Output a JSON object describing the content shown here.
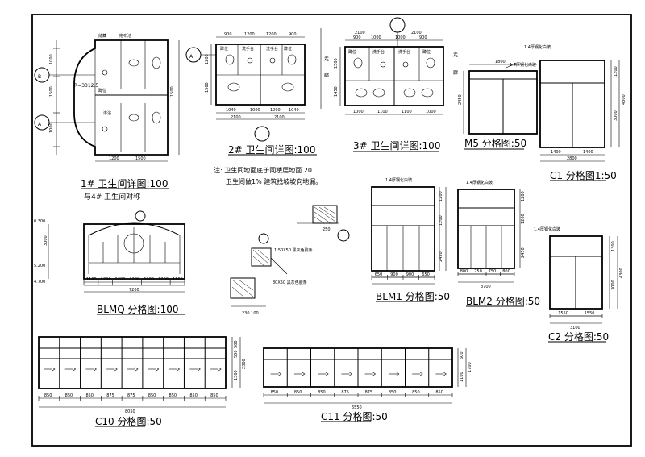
{
  "titles": {
    "t1": "1# 卫生间详图:100",
    "t1sub": "与4# 卫生间对称",
    "t2": "2# 卫生间详图:100",
    "t3": "3# 卫生间详图:100",
    "m5": "M5 分格图:50",
    "c1": "C1 分格图1:50",
    "blmq": "BLMQ 分格图:100",
    "blm1": "BLM1 分格图:50",
    "blm2": "BLM2 分格图:50",
    "c2": "C2 分格图:50",
    "c10": "C10 分格图:50",
    "c11": "C11 分格图:50"
  },
  "note": {
    "line1": "注: 卫生间地面底于同楼层地面  20",
    "line2": "卫生间做1% 建筑找坡坡向地漏。"
  },
  "axis": {
    "a": "A",
    "b": "B",
    "a2": "A",
    "a3": "A"
  },
  "labels": {
    "radius": "R=3312.5",
    "glass": "1.4厚钢化白玻",
    "dim_c10": "8050",
    "dim_c11": "6550",
    "dim_blmq": "7200",
    "dim_blm2": "3700",
    "dim_c2": "3100",
    "dim_c1": "2800",
    "dim_m5": "1800",
    "dim_t2": "2100",
    "dim_t3": "2100"
  },
  "c10_dims": [
    "850",
    "850",
    "850",
    "875",
    "875",
    "850",
    "850",
    "850",
    "850"
  ],
  "c11_dims": [
    "850",
    "850",
    "850",
    "875",
    "875",
    "850",
    "850",
    "850"
  ],
  "blmq_dims": [
    "1100",
    "1200",
    "1200",
    "1200",
    "1200",
    "1200",
    "1100"
  ],
  "blm1_dims": [
    "650",
    "900",
    "900",
    "650"
  ],
  "blm2_dims": [
    "800",
    "750",
    "750",
    "800"
  ],
  "c2_dims": [
    "1550",
    "1550"
  ],
  "c1_dims": [
    "1400",
    "1400"
  ],
  "t2_dims": [
    "900",
    "1200",
    "1200",
    "900"
  ],
  "t3_dims": [
    "900",
    "1000",
    "1000",
    "900"
  ],
  "room_labels": [
    "蹲位",
    "洗手台",
    "拖布池",
    "淋浴"
  ],
  "side_text": [
    "走",
    "廊"
  ]
}
